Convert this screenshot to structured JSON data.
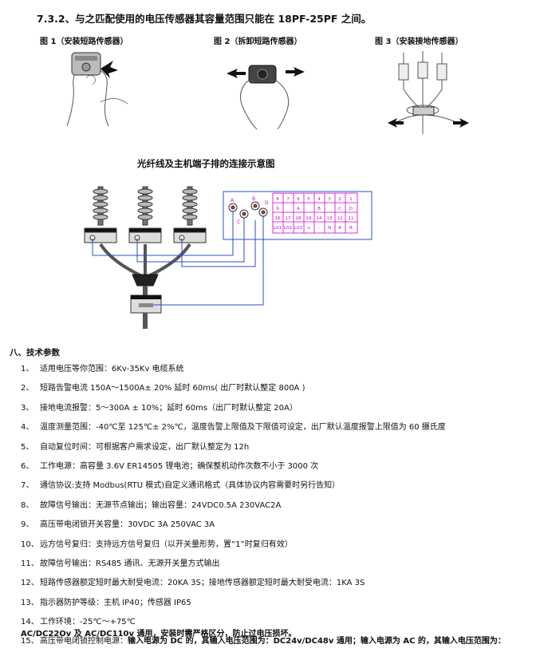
{
  "heading": "7.3.2、与之匹配使用的电压传感器其容量范围只能在 18PF-25PF 之间。",
  "figures": [
    {
      "caption": "图 1（安装短路传感器）"
    },
    {
      "caption": "图 2（拆卸短路传感器）"
    },
    {
      "caption": "图 3（安装接地传感器）"
    }
  ],
  "diagram": {
    "title": "光纤线及主机端子排的连接示意图",
    "terminal_labels": {
      "row1": [
        "8",
        "7",
        "6",
        "5",
        "4",
        "3",
        "2",
        "1"
      ],
      "row2": [
        "9",
        "A",
        "B",
        "C",
        "D"
      ],
      "row3": [
        "16",
        "17",
        "18",
        "19",
        "14",
        "13",
        "12",
        "11"
      ],
      "row4": [
        "L01",
        "L02",
        "L03",
        "+",
        "-",
        "N",
        "A",
        "B"
      ],
      "ports": [
        "A",
        "B",
        "C",
        "D"
      ]
    }
  },
  "section_title": "八、技术参数",
  "params": [
    {
      "num": "1、",
      "text": "适用电压等你范围：6Kv-35Kv 电缆系统"
    },
    {
      "num": "2、",
      "text": "短路告警电流 150A～1500A± 20% 延时 60ms( 出厂时默认整定 800A )"
    },
    {
      "num": "3、",
      "text": "接地电流报警：5～300A   ± 10%；延时 60ms（出厂时默认整定 20A）"
    },
    {
      "num": "4、",
      "text": "温度测量范围：-40℃至 125℃± 2%℃，温度告警上限值及下限值可设定，出厂默认温度报警上限值为 60 摄氏度"
    },
    {
      "num": "5、",
      "text": "自动复位时间：可根据客户需求设定，出厂默认整定为 12h"
    },
    {
      "num": "6、",
      "text": "工作电源：高容量 3.6V ER14505  锂电池；确保整机动作次数不小于 3000 次"
    },
    {
      "num": "7、",
      "text": "通信协议:支持 Modbus(RTU 模式)自定义通讯格式（具体协议内容需要时另行告知）"
    },
    {
      "num": "8、",
      "text": "故障信号输出：无源节点输出；输出容量：24VDC0.5A    230VAC2A"
    },
    {
      "num": "9、",
      "text": "高压带电闭锁开关容量：30VDC 3A    250VAC 3A"
    },
    {
      "num": "10、",
      "text": "远方信号复归：支持远方信号复归（以开关量形势，置“1”时复归有效）"
    },
    {
      "num": "11、",
      "text": "故障信号输出：RS485 通讯、无源开关量方式输出"
    },
    {
      "num": "12、",
      "text": "短路传感器额定短时最大耐受电流：20KA    3S；接地传感器额定短时最大耐受电流：1KA    3S"
    },
    {
      "num": "13、",
      "text": "指示器防护等级：主机 IP40；传感器 IP65"
    },
    {
      "num": "14、",
      "text": "工作环境：-25℃～+75℃"
    }
  ],
  "param15": {
    "num": "15、",
    "lead": "高压带电闭锁控制电源：",
    "bold": "输入电源为 DC 的，其输入电压范围为：DC24v/DC48v 通用；输入电源为 AC 的，其输入电压范围为：",
    "cont": "AC/DC22Ov 及 AC/DC110v 通用，安装时需严格区分，防止过电压损坏。"
  }
}
